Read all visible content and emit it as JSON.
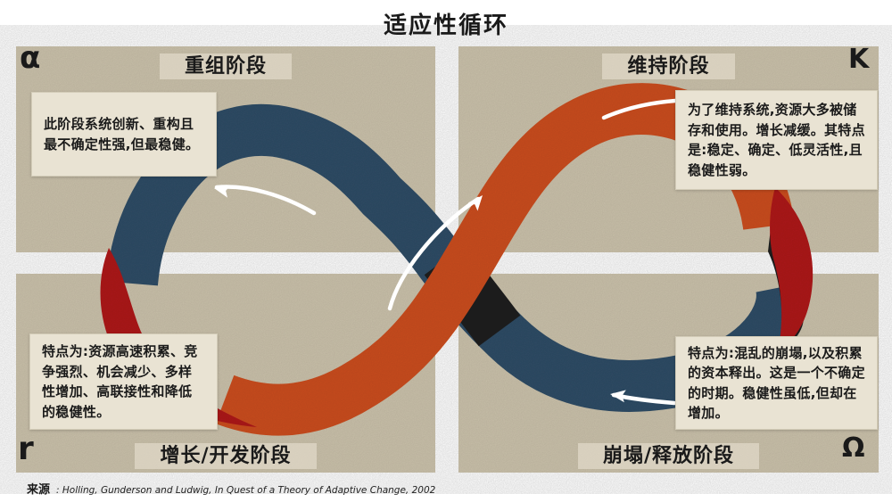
{
  "title": "适应性循环",
  "quadrants": [
    {
      "symbol": "α",
      "title": "重组阶段",
      "description": "此阶段系统创新、重构且最不确定性强,但最稳健。"
    },
    {
      "symbol": "K",
      "title": "维持阶段",
      "description": "为了维持系统,资源大多被储存和使用。增长减缓。其特点是:稳定、确定、低灵活性,且稳健性弱。"
    },
    {
      "symbol": "r",
      "title": "增长/开发阶段",
      "description": "特点为:资源高速积累、竞争强烈、机会减少、多样性增加、高联接性和降低的稳健性。"
    },
    {
      "symbol": "Ω",
      "title": "崩塌/释放阶段",
      "description": "特点为:混乱的崩塌,以及积累的资本释出。这是一个不确定的时期。稳健性虽低,但却在增加。"
    }
  ],
  "source": {
    "label": "来源",
    "citation": ": Holling, Gunderson and Ludwig, In Quest of a Theory of Adaptive Change, 2002"
  },
  "colors": {
    "panel": "#c6bda7",
    "blue": "#2e4a63",
    "orange": "#c64b1e",
    "red": "#a9141a",
    "black": "#1d1d1d",
    "arrow": "#ffffff",
    "text": "#1a1a1a"
  }
}
